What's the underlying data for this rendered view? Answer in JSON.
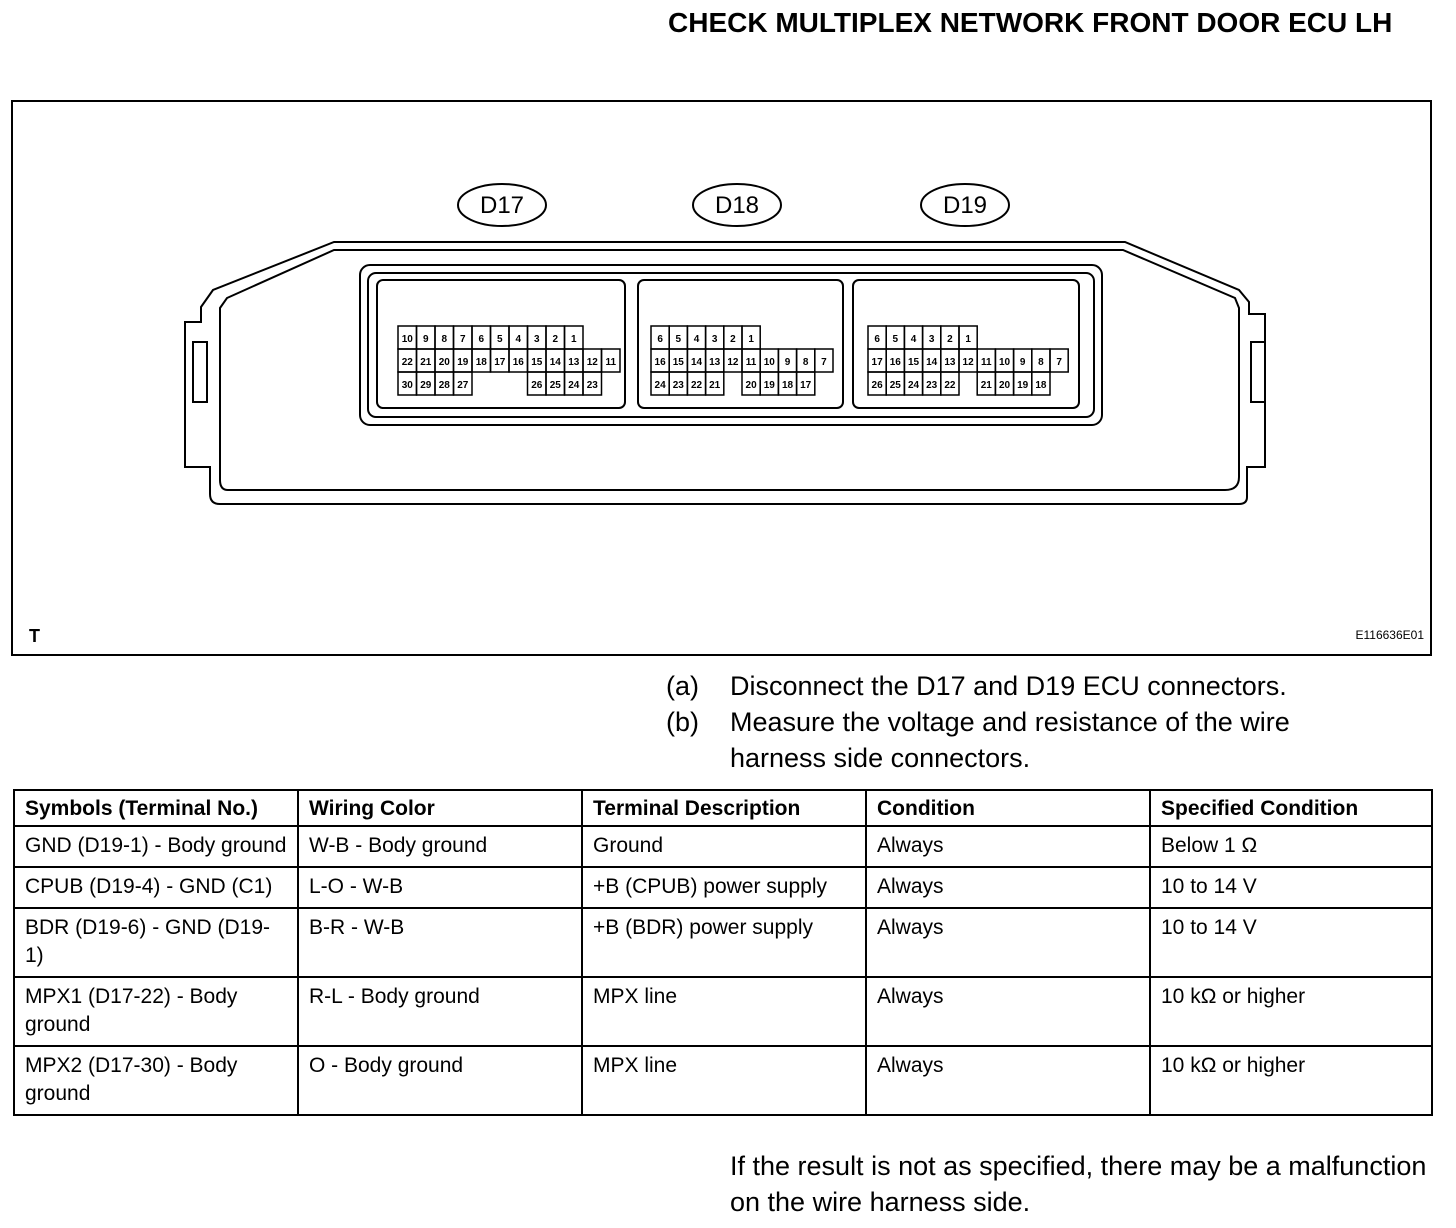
{
  "title": "CHECK MULTIPLEX NETWORK FRONT DOOR ECU LH",
  "figure": {
    "connector_labels": [
      "D17",
      "D18",
      "D19"
    ],
    "corner_letter": "T",
    "figure_code": "E116636E01",
    "connectors": [
      {
        "name": "D17",
        "rows": [
          [
            "10",
            "9",
            "8",
            "7",
            "6",
            "5",
            "4",
            "3",
            "2",
            "1"
          ],
          [
            "22",
            "21",
            "20",
            "19",
            "18",
            "17",
            "16",
            "15",
            "14",
            "13",
            "12",
            "11"
          ],
          [
            "30",
            "29",
            "28",
            "27",
            "",
            "",
            "",
            "26",
            "25",
            "24",
            "23"
          ]
        ]
      },
      {
        "name": "D18",
        "rows": [
          [
            "6",
            "5",
            "4",
            "3",
            "2",
            "1"
          ],
          [
            "16",
            "15",
            "14",
            "13",
            "12",
            "11",
            "10",
            "9",
            "8",
            "7"
          ],
          [
            "24",
            "23",
            "22",
            "21",
            "",
            "20",
            "19",
            "18",
            "17"
          ]
        ]
      },
      {
        "name": "D19",
        "rows": [
          [
            "6",
            "5",
            "4",
            "3",
            "2",
            "1"
          ],
          [
            "17",
            "16",
            "15",
            "14",
            "13",
            "12",
            "11",
            "10",
            "9",
            "8",
            "7"
          ],
          [
            "26",
            "25",
            "24",
            "23",
            "22",
            "",
            "21",
            "20",
            "19",
            "18"
          ]
        ]
      }
    ]
  },
  "steps": [
    {
      "label": "(a)",
      "text": "Disconnect the D17 and D19 ECU connectors."
    },
    {
      "label": "(b)",
      "text": "Measure the voltage and resistance of the wire harness side connectors."
    }
  ],
  "table": {
    "headers": [
      "Symbols (Terminal No.)",
      "Wiring Color",
      "Terminal Description",
      "Condition",
      "Specified Condition"
    ],
    "rows": [
      [
        "GND (D19-1) - Body ground",
        "W-B - Body ground",
        "Ground",
        "Always",
        "Below 1 Ω"
      ],
      [
        "CPUB (D19-4) - GND (C1)",
        "L-O - W-B",
        "+B (CPUB) power supply",
        "Always",
        "10 to 14 V"
      ],
      [
        "BDR (D19-6) - GND (D19-1)",
        "B-R - W-B",
        "+B (BDR) power supply",
        "Always",
        "10 to 14 V"
      ],
      [
        "MPX1 (D17-22) - Body ground",
        "R-L - Body ground",
        "MPX line",
        "Always",
        "10 kΩ or higher"
      ],
      [
        "MPX2 (D17-30) - Body ground",
        "O - Body ground",
        "MPX line",
        "Always",
        "10 kΩ or higher"
      ]
    ]
  },
  "footer": "If the result is not as specified, there may be a malfunction on the wire harness side."
}
